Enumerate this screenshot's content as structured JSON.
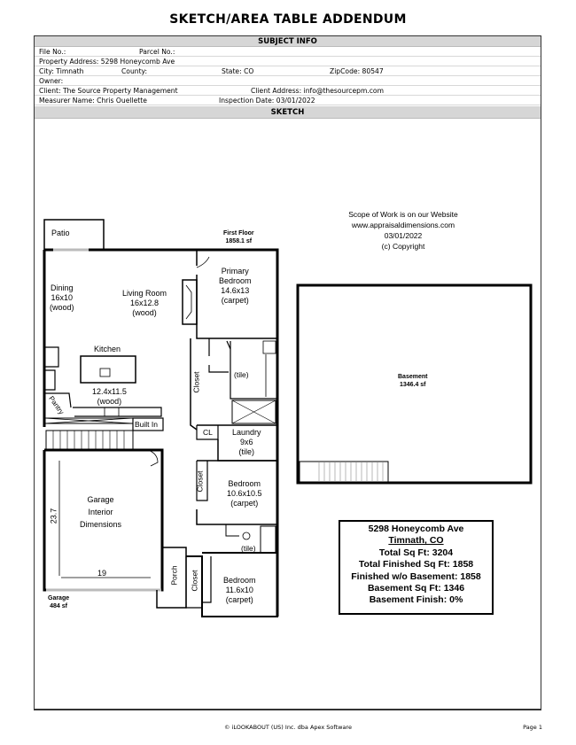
{
  "document": {
    "title": "SKETCH/AREA TABLE ADDENDUM"
  },
  "subject_info": {
    "header": "SUBJECT INFO",
    "file_no": "File No.:",
    "parcel_no": "Parcel No.:",
    "property_address": "Property Address: 5298 Honeycomb Ave",
    "city": "City: Timnath",
    "county": "County:",
    "state": "State: CO",
    "zipcode": "ZipCode: 80547",
    "owner": "Owner:",
    "client": "Client: The Source Property Management",
    "client_address": "Client Address: info@thesourcepm.com",
    "measurer": "Measurer Name: Chris Ouellette",
    "inspection_date": "Inspection Date: 03/01/2022"
  },
  "sketch": {
    "header": "SKETCH",
    "first_floor": {
      "label": "First Floor",
      "area": "1858.1 sf"
    },
    "garage": {
      "label": "Garage",
      "area": "484 sf",
      "interior_lines": [
        "Garage",
        "Interior",
        "Dimensions"
      ],
      "dim_height": "23.7",
      "dim_width": "19"
    },
    "basement": {
      "label": "Basement",
      "area": "1346.4 sf"
    },
    "rooms": {
      "patio": "Patio",
      "dining": {
        "name": "Dining",
        "size": "16x10",
        "floor": "(wood)"
      },
      "living": {
        "name": "Living Room",
        "size": "16x12.8",
        "floor": "(wood)"
      },
      "primary": {
        "name1": "Primary",
        "name2": "Bedroom",
        "size": "14.6x13",
        "floor": "(carpet)"
      },
      "kitchen": {
        "name": "Kitchen",
        "size": "12.4x11.5",
        "floor": "(wood)"
      },
      "pantry": "Pantry",
      "built_in": "Built In",
      "closet": "Closet",
      "bath_tile": "(tile)",
      "cl": "CL",
      "laundry": {
        "name": "Laundry",
        "size": "9x6",
        "floor": "(tile)"
      },
      "bedroom2": {
        "name": "Bedroom",
        "size": "10.6x10.5",
        "floor": "(carpet)"
      },
      "bath2_tile": "(tile)",
      "porch": "Porch",
      "bedroom3": {
        "name": "Bedroom",
        "size": "11.6x10",
        "floor": "(carpet)"
      }
    },
    "scope": {
      "line1": "Scope of Work is on our Website",
      "line2": "www.appraisaldimensions.com",
      "line3": "03/01/2022",
      "line4": "(c) Copyright"
    },
    "summary": {
      "address": "5298 Honeycomb Ave",
      "city": "Timnath, CO",
      "total": "Total Sq Ft: 3204",
      "total_finished": "Total Finished Sq Ft: 1858",
      "finished_wo_basement": "Finished w/o Basement: 1858",
      "basement_sqft": "Basement Sq Ft: 1346",
      "basement_finish": "Basement Finish: 0%"
    }
  },
  "footer": {
    "copyright": "© iLOOKABOUT (US) Inc. dba Apex Software",
    "page": "Page 1"
  }
}
